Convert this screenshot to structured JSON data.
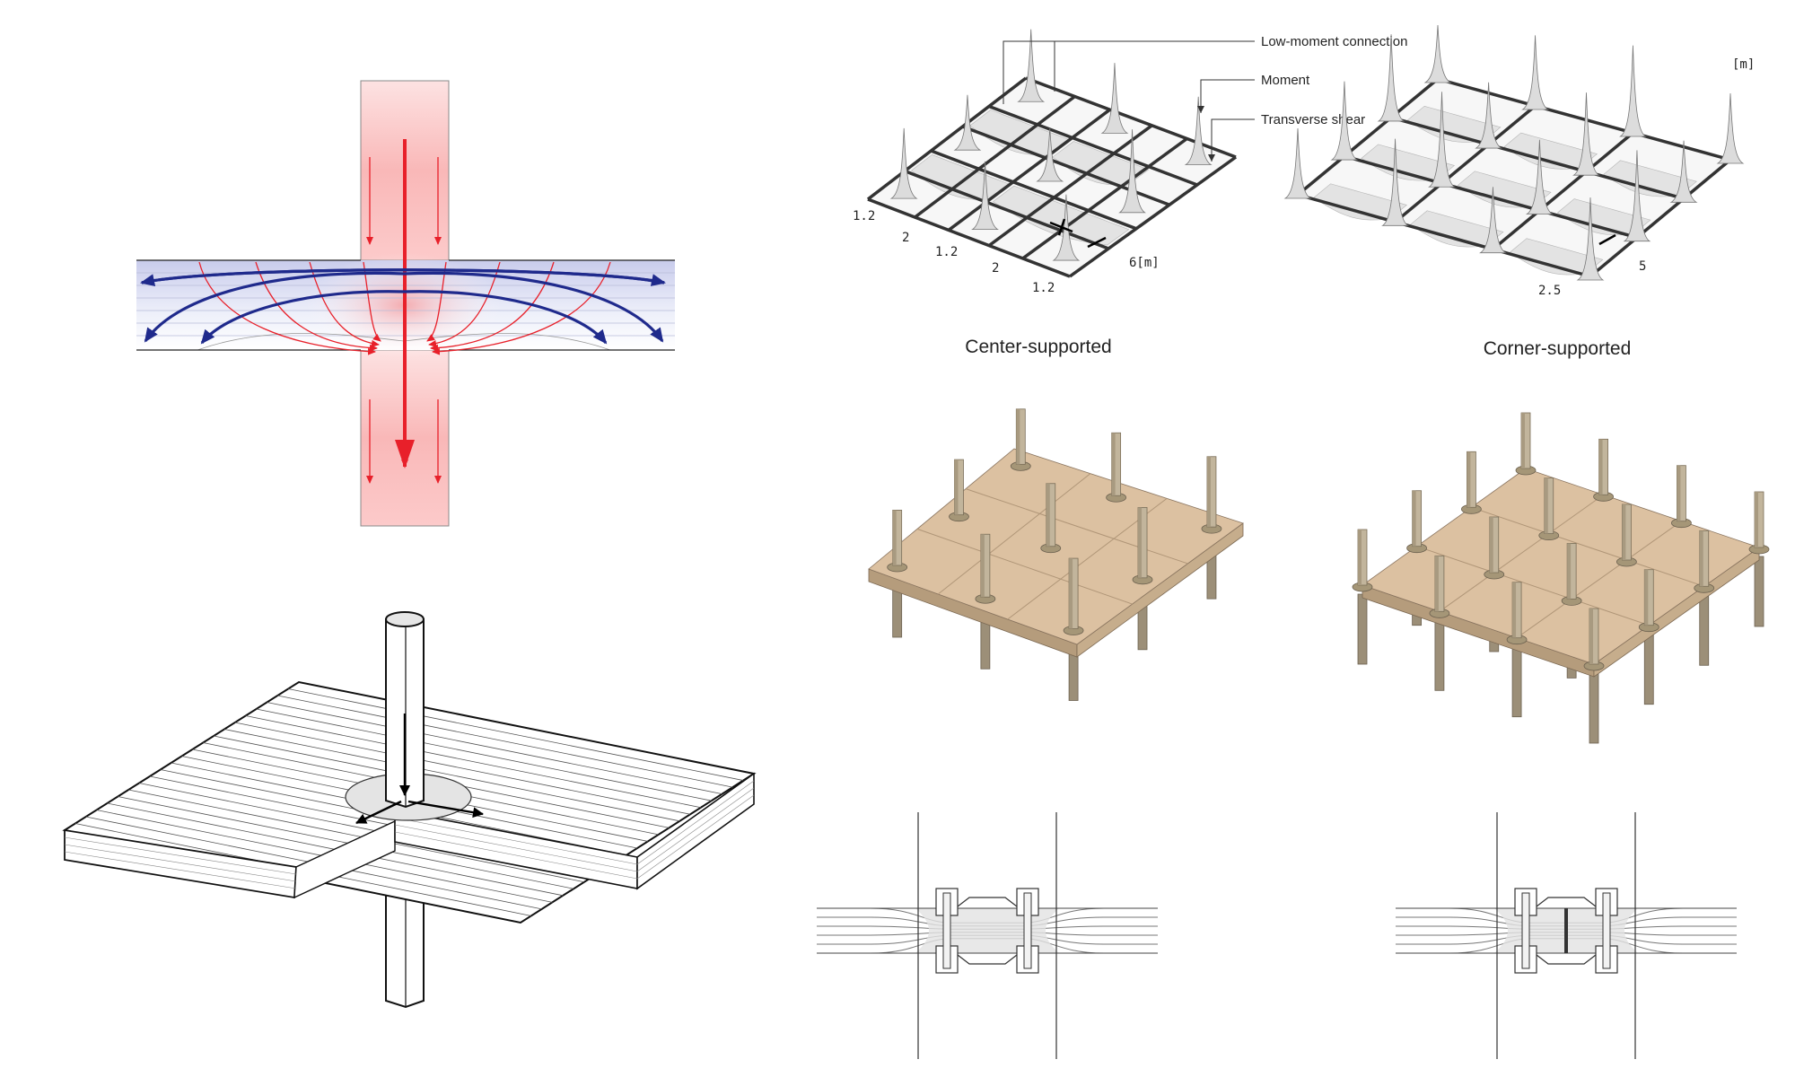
{
  "annotations": {
    "low_moment": "Low-moment connection",
    "moment": "Moment",
    "shear": "Transverse shear"
  },
  "unit_label": "[m]",
  "panels": {
    "center": {
      "title": "Center-supported",
      "dims": [
        "1.2",
        "2",
        "1.2",
        "2",
        "1.2",
        "6[m]"
      ]
    },
    "corner": {
      "title": "Corner-supported",
      "dims": [
        "2.5",
        "5"
      ]
    }
  },
  "colors": {
    "compression": "#e8202a",
    "tension": "#1f2a8c",
    "column_fill": "#fbd3d3",
    "slab_wood": "#dcc1a1",
    "column_wood": "#c2b59c"
  }
}
